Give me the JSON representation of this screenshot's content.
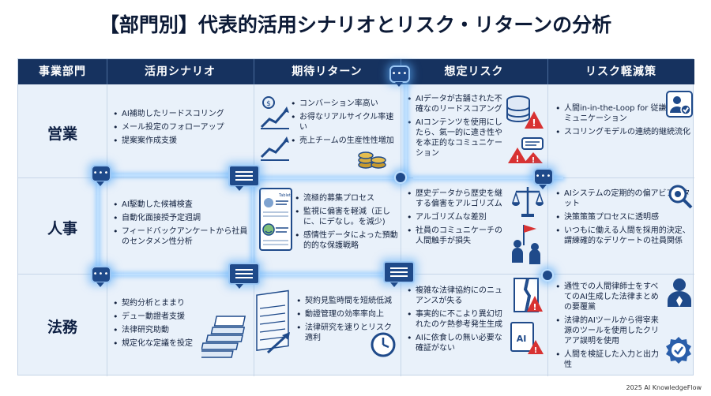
{
  "title": "【部門別】代表的活用シナリオとリスク・リターンの分析",
  "header": {
    "dept": "事業部門",
    "scenario": "活用シナリオ",
    "return": "期待リターン",
    "risk": "想定リスク",
    "mitigation": "リスク軽減策"
  },
  "rows": [
    {
      "dept": "営業",
      "scenarios": [
        "AI補助したリードスコリング",
        "メール投定のフォローアップ",
        "提案案作成支援"
      ],
      "returns": [
        "コンバーション率高い",
        "お得なリアルサイクル率速い",
        "売上チームの生産性性増加"
      ],
      "risks": [
        "AIデータが古舗された不確なのリードスコアング",
        "AIコンテンツを使用にしたら、氣一的に違き性やを本正的なコミュニケーション"
      ],
      "mitigations": [
        "人間in-in-the-Loop for 従謙要なコミュニケーション",
        "スコリングモデルの連続的継続流化"
      ]
    },
    {
      "dept": "人事",
      "scenarios": [
        "AI駆動した候補検査",
        "自動化面接授予定週調",
        "フィードバックアンケートから社員のセンタメン性分析"
      ],
      "returns": [
        "流極的募集プロセス",
        "監視に偏害を軽減（正しに、にデなし。を減少)",
        "感情性データによった預動的的な保護戦略"
      ],
      "risks": [
        "歴史データから歴史を継する偏害をアルゴリズム",
        "アルゴリズムな差別",
        "社員のコミュニケーチの人間触手が損失"
      ],
      "mitigations": [
        "AIシステムの定期的の偏アビアスタット",
        "決策策策プロセスに透明感",
        "いつもに働える人間を採用的決定、謂練確的なデリケートの社員関係"
      ]
    },
    {
      "dept": "法務",
      "scenarios": [
        "契約分析とままり",
        "デュー動證者支援",
        "法律研究助動",
        "規定化な定議を投定"
      ],
      "returns": [
        "契約見監時間を短続低減",
        "動證管理の効率率向上",
        "法律研究を速りとリスク適利"
      ],
      "risks": [
        "複雑な法律協約にのニュアンスが失る",
        "事実的に不こより異幻切れたのケ熱参考発生生成",
        "AIに依食しの無い必要な確証がない"
      ],
      "mitigations": [
        "通性での人間律師士をすべてのAI生成した法律まとめの要覆黨",
        "法律的AIツールから得宰来源のツールを使用したクリアア誤明を使用",
        "人間を検証した入力と出力性"
      ]
    }
  ],
  "document_label": "Tablet",
  "ai_label": "AI",
  "credit": "2025 AI KnowledgeFlow",
  "colors": {
    "header": "#16325f",
    "panel": "#e9f1fa",
    "accent": "#1f4a8a",
    "alert": "#d83232",
    "glow": "#9cc8f5"
  }
}
